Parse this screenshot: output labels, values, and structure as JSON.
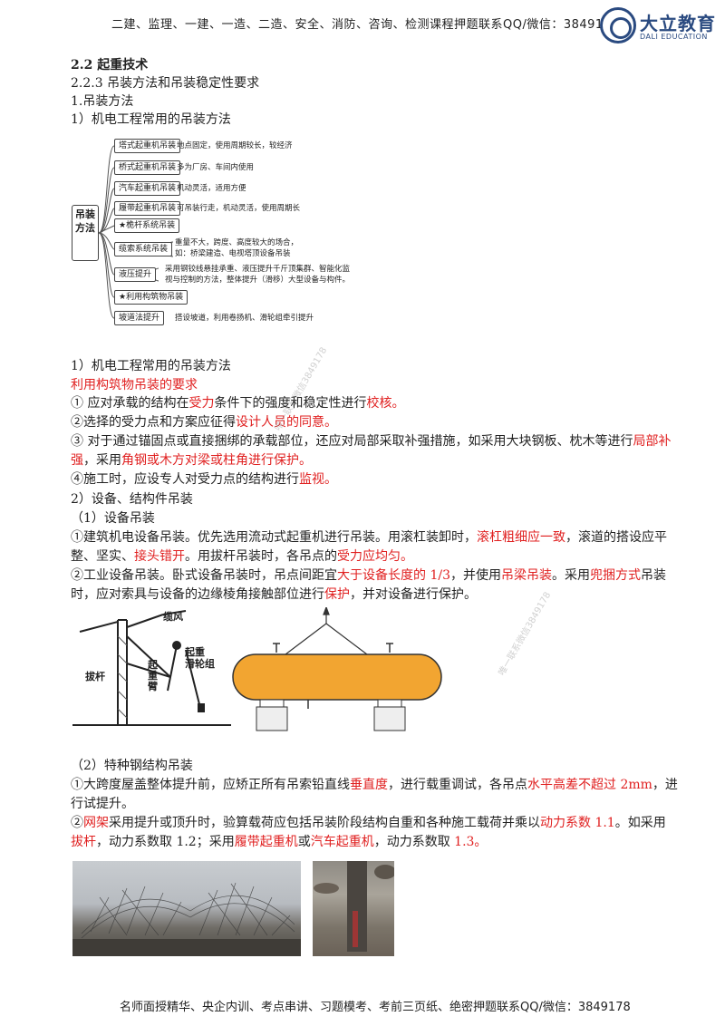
{
  "header": {
    "text": "二建、监理、一建、一造、二造、安全、消防、咨询、检测课程押题联系QQ/微信：3849178",
    "logo_cn": "大立教育",
    "logo_en": "DALI EDUCATION"
  },
  "section": {
    "heading": "2.2  起重技术",
    "subheading": "2.2.3  吊装方法和吊装稳定性要求",
    "item1": "1.吊装方法",
    "item1_1": "1）机电工程常用的吊装方法"
  },
  "mindmap": {
    "root": "吊装方法",
    "branches": [
      {
        "label": "塔式起重机吊装",
        "desc": "地点固定，使用周期较长，较经济"
      },
      {
        "label": "桥式起重机吊装",
        "desc": "多为厂房、车间内使用"
      },
      {
        "label": "汽车起重机吊装",
        "desc": "机动灵活，适用方便"
      },
      {
        "label": "履带起重机吊装",
        "desc": "可吊装行走，机动灵活，使用周期长"
      },
      {
        "label": "★桅杆系统吊装",
        "desc": ""
      },
      {
        "label": "缆索系统吊装",
        "desc": "重量不大，跨度、高度较大的场合，",
        "desc2": "如：桥梁建造、电视塔顶设备吊装"
      },
      {
        "label": "液压提升",
        "desc": "采用钢铰线悬挂承重、液压提升千斤顶集群、智能化监",
        "desc2": "视与控制的方法，整体提升（滑移）大型设备与构件。"
      },
      {
        "label": "★利用构筑物吊装",
        "desc": ""
      },
      {
        "label": "坡道法提升",
        "desc": "搭设坡道，利用卷扬机、滑轮组牵引提升"
      }
    ]
  },
  "block1": {
    "title": "1）机电工程常用的吊装方法",
    "subtitle": "利用构筑物吊装的要求",
    "p1_a": "① 应对承载的结构在",
    "p1_b": "受力",
    "p1_c": "条件下的强度和稳定性进行",
    "p1_d": "校核。",
    "p2_a": "②选择的受力点和方案应征得",
    "p2_b": "设计人员的同意。",
    "p3_a": "③ 对于通过锚固点或直接捆绑的承载部位，还应对局部采取补强措施，如采用大块钢板、枕木等进行",
    "p3_b": "局部补强",
    "p3_c": "，采用",
    "p3_d": "角钢或木方对梁或柱角进行保护。",
    "p4_a": "④施工时，应设专人对受力点的结构进行",
    "p4_b": "监视。"
  },
  "block2": {
    "title": "2）设备、结构件吊装",
    "sub1": "（1）设备吊装",
    "p1_a": "①建筑机电设备吊装。优先选用流动式起重机进行吊装。用滚杠装卸时，",
    "p1_b": "滚杠粗细应一致",
    "p1_c": "，滚道的搭设应平整、坚实、",
    "p1_d": "接头错开",
    "p1_e": "。用拔杆吊装时，各吊点的",
    "p1_f": "受力应均匀。",
    "p2_a": "②工业设备吊装。卧式设备吊装时，吊点间距宜",
    "p2_b": "大于设备长度的 1/3",
    "p2_c": "，并使用",
    "p2_d": "吊梁吊装",
    "p2_e": "。采用",
    "p2_f": "兜捆方式",
    "p2_g": "吊装时，应对索具与设备的边缘棱角接触部位进行",
    "p2_h": "保护",
    "p2_i": "，并对设备进行保护。"
  },
  "figure": {
    "label_wind": "缆风",
    "label_pole": "拔杆",
    "label_arm": "起重臂",
    "label_pulley_1": "起重",
    "label_pulley_2": "滑轮组"
  },
  "block3": {
    "sub2": "（2）特种钢结构吊装",
    "p1_a": "①大跨度屋盖整体提升前，应矫正所有吊索铅直线",
    "p1_b": "垂直度",
    "p1_c": "，进行载重调试，各吊点",
    "p1_d": "水平高差不超过 2mm",
    "p1_e": "，进行试提升。",
    "p2_a": "②",
    "p2_b": "网架",
    "p2_c": "采用提升或顶升时，验算载荷应包括吊装阶段结构自重和各种施工载荷并乘以",
    "p2_d": "动力系数 1.1",
    "p2_e": "。如采用",
    "p2_f": "拔杆",
    "p2_g": "，动力系数取 1.2；采用",
    "p2_h": "履带起重机",
    "p2_i": "或",
    "p2_j": "汽车起重机",
    "p2_k": "，动力系数取 ",
    "p2_l": "1.3。"
  },
  "watermarks": [
    "唯一联系微信3849178",
    "唯一联系微信3849178"
  ],
  "footer": {
    "text": "名师面授精华、央企内训、考点串讲、习题模考、考前三页纸、绝密押题联系QQ/微信：3849178"
  },
  "colors": {
    "accent_red": "#e02020",
    "brand_blue": "#2a4a80",
    "tank_orange": "#f2a531"
  }
}
